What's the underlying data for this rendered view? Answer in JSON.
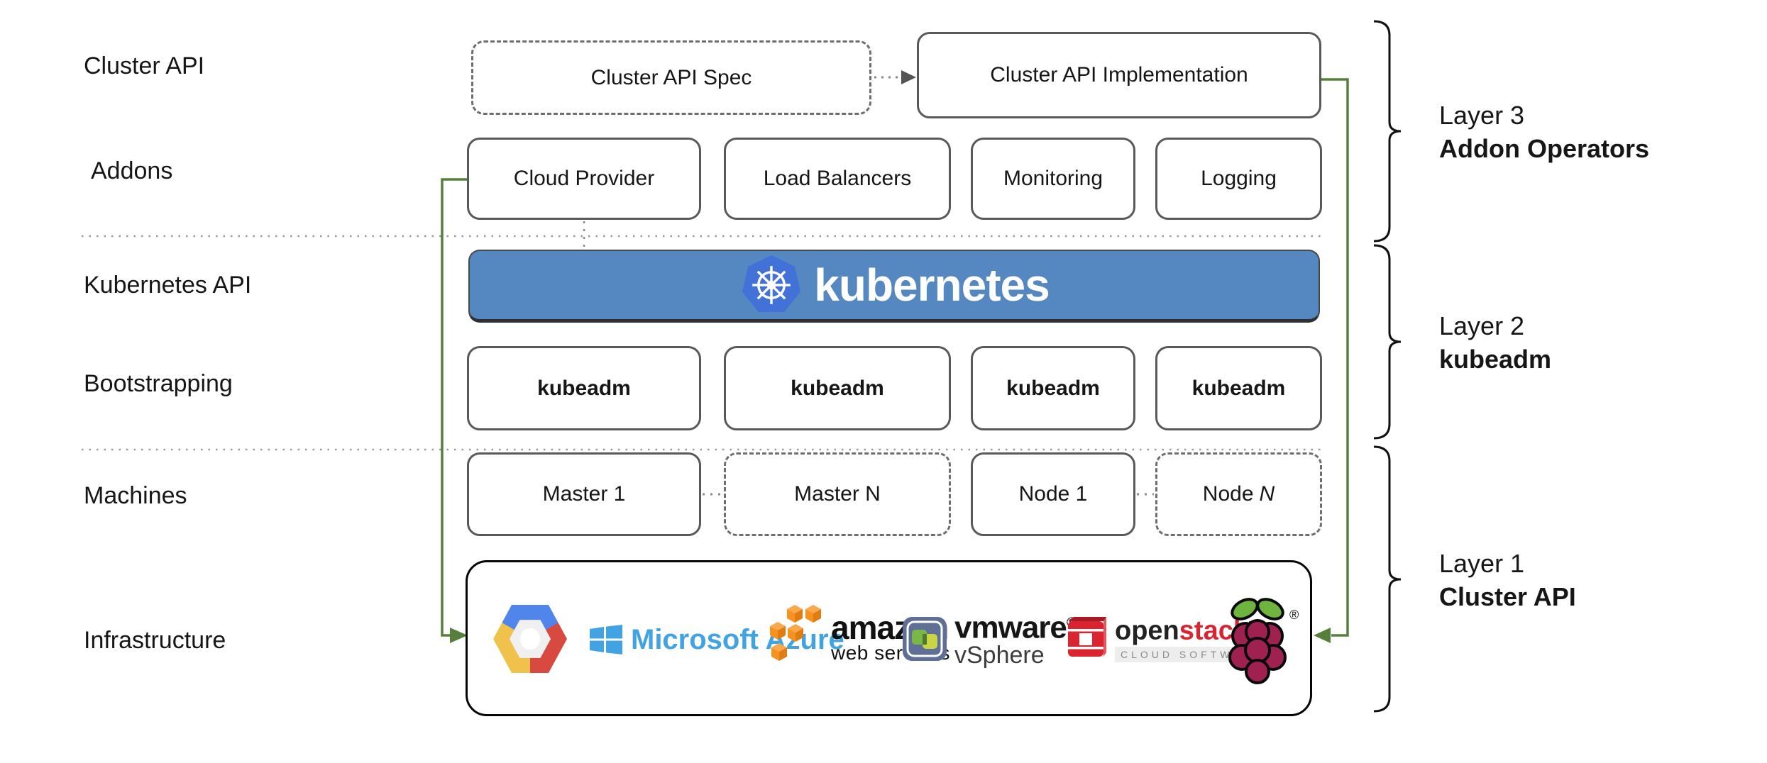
{
  "row_labels": {
    "cluster_api": "Cluster API",
    "addons": "Addons",
    "kubernetes_api": "Kubernetes API",
    "bootstrapping": "Bootstrapping",
    "machines": "Machines",
    "infrastructure": "Infrastructure"
  },
  "cluster_api_row": {
    "spec": "Cluster API Spec",
    "implementation": "Cluster API Implementation"
  },
  "addons_row": {
    "boxes": [
      "Cloud Provider",
      "Load Balancers",
      "Monitoring",
      "Logging"
    ]
  },
  "kubernetes_banner": {
    "wordmark": "kubernetes"
  },
  "bootstrapping_row": {
    "boxes": [
      "kubeadm",
      "kubeadm",
      "kubeadm",
      "kubeadm"
    ]
  },
  "machines_row": {
    "master1": "Master 1",
    "masterN": "Master N",
    "node1": "Node 1",
    "nodeN_prefix": "Node",
    "nodeN_suffix": "N"
  },
  "infrastructure_row": {
    "azure": {
      "name": "Microsoft Azure"
    },
    "aws": {
      "line1": "amazon",
      "line2": "web services"
    },
    "vmware": {
      "brand": "vmware",
      "reg": "®",
      "product": "vSphere"
    },
    "openstack": {
      "part1": "open",
      "part2": "stack",
      "tm": "™",
      "tagline": "CLOUD SOFTWARE"
    },
    "raspberry": {
      "reg": "®"
    }
  },
  "layer_labels": [
    {
      "line1": "Layer 3",
      "line2": "Addon Operators"
    },
    {
      "line1": "Layer 2",
      "line2": "kubeadm"
    },
    {
      "line1": "Layer 1",
      "line2": "Cluster API"
    }
  ],
  "colors": {
    "banner_blue": "#5588c1",
    "k8s_logo_blue": "#4272d7",
    "connector_green": "#55803c",
    "azure_blue": "#41a3e2",
    "aws_orange": "#f6921e",
    "aws_orange_light": "#f9a84d",
    "aws_orange_dark": "#e07c12",
    "openstack_red": "#da2430",
    "vmware_icon_slate": "#5f6f96",
    "vmware_green": "#7ab648",
    "vmware_lime": "#c9d545",
    "gcp_blue": "#5086ec",
    "gcp_red": "#d8493f",
    "gcp_yellow": "#f0c24c",
    "rpi_red": "#9e2150",
    "rpi_green": "#6fb43f",
    "box_border": "#58595b",
    "text_dark": "#161616"
  }
}
